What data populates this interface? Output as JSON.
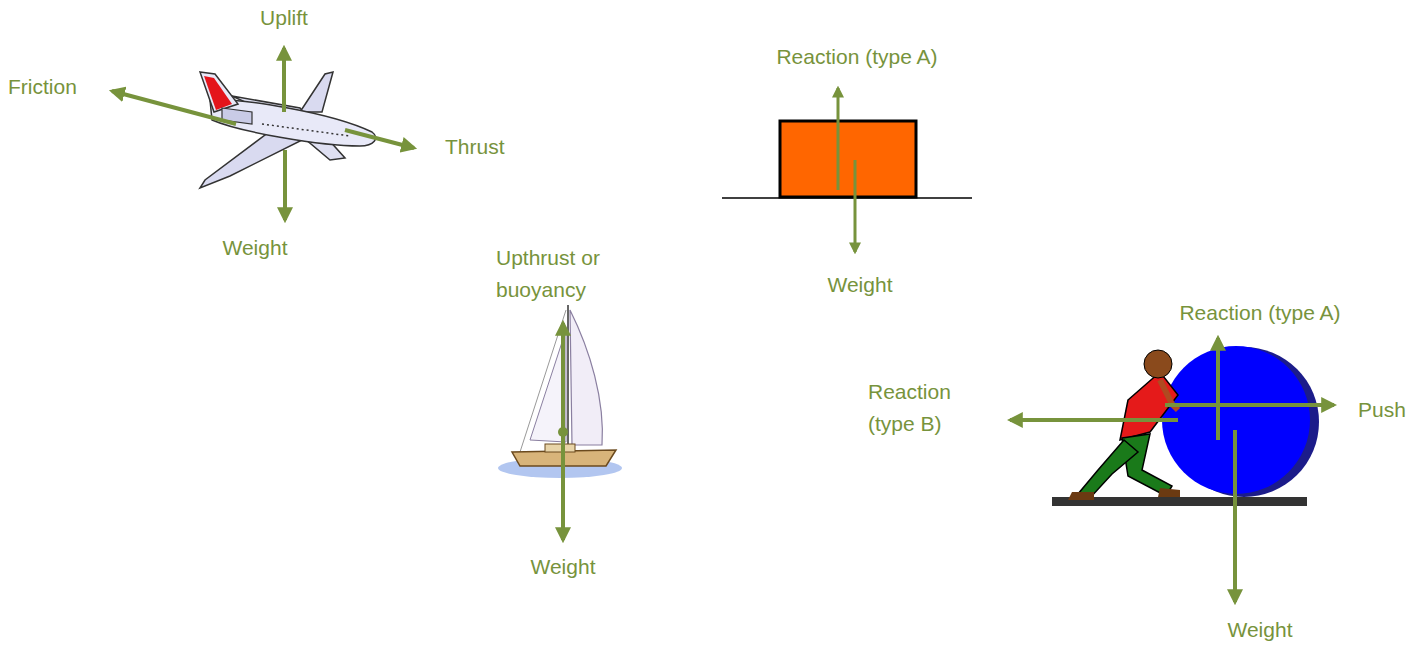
{
  "diagram": {
    "labels": [
      "Uplift",
      "Friction",
      "Thrust",
      "Weight",
      "Upthrust or buoyancy",
      "Weight",
      "Reaction (type A)",
      "Weight",
      "Reaction (type A)",
      "Reaction (type B)",
      "Push",
      "Weight"
    ]
  }
}
